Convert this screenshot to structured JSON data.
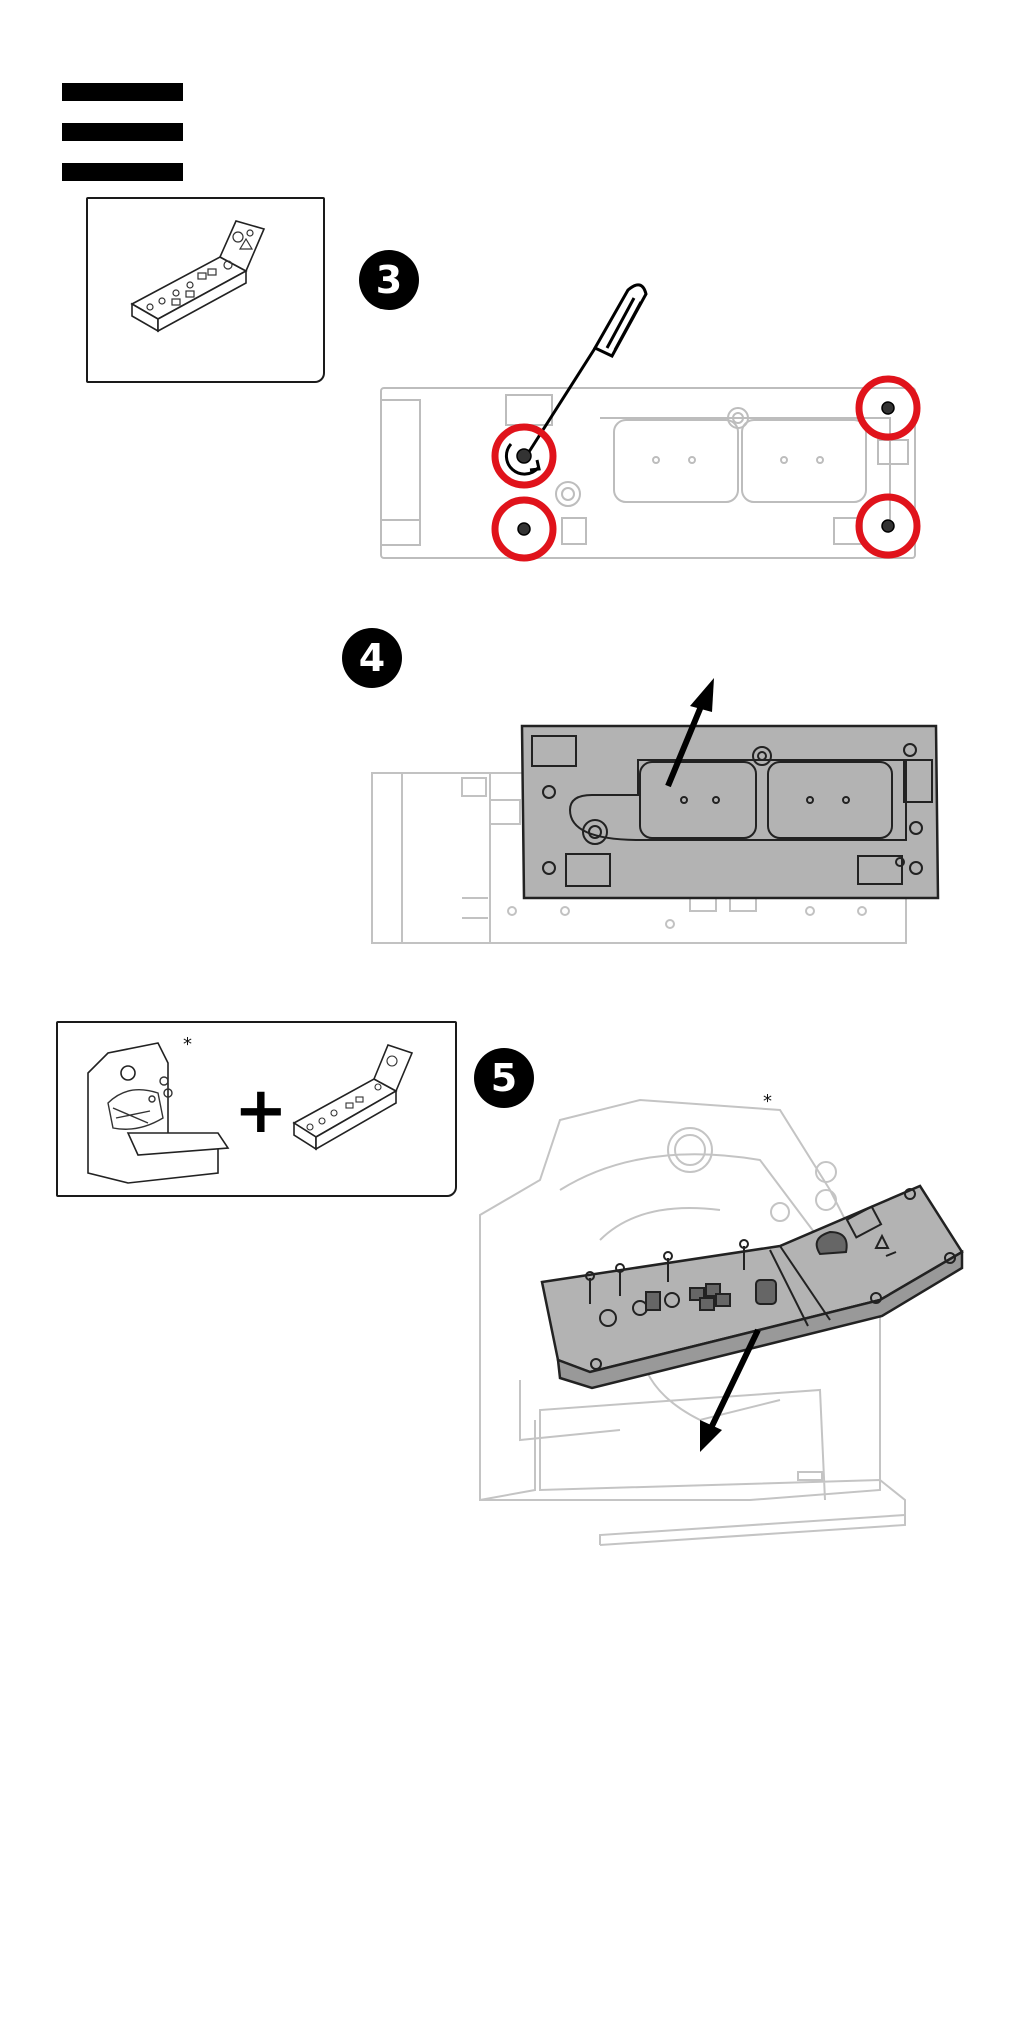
{
  "header": {
    "menu_icon": "hamburger-menu-icon"
  },
  "steps": [
    {
      "number": "3",
      "icons": [
        "screwdriver-icon",
        "screw-highlight-icon"
      ]
    },
    {
      "number": "4",
      "icons": [
        "lift-arrow-icon"
      ]
    },
    {
      "number": "5",
      "icons": [
        "remove-arrow-icon"
      ]
    }
  ],
  "reference_box": {
    "plus": "+",
    "asterisk": "*"
  },
  "step5": {
    "asterisk": "*"
  },
  "colors": {
    "highlight": "#e0131b",
    "panel": "#b3b3b3",
    "outline": "#b8b8b8",
    "ink": "#000000"
  }
}
